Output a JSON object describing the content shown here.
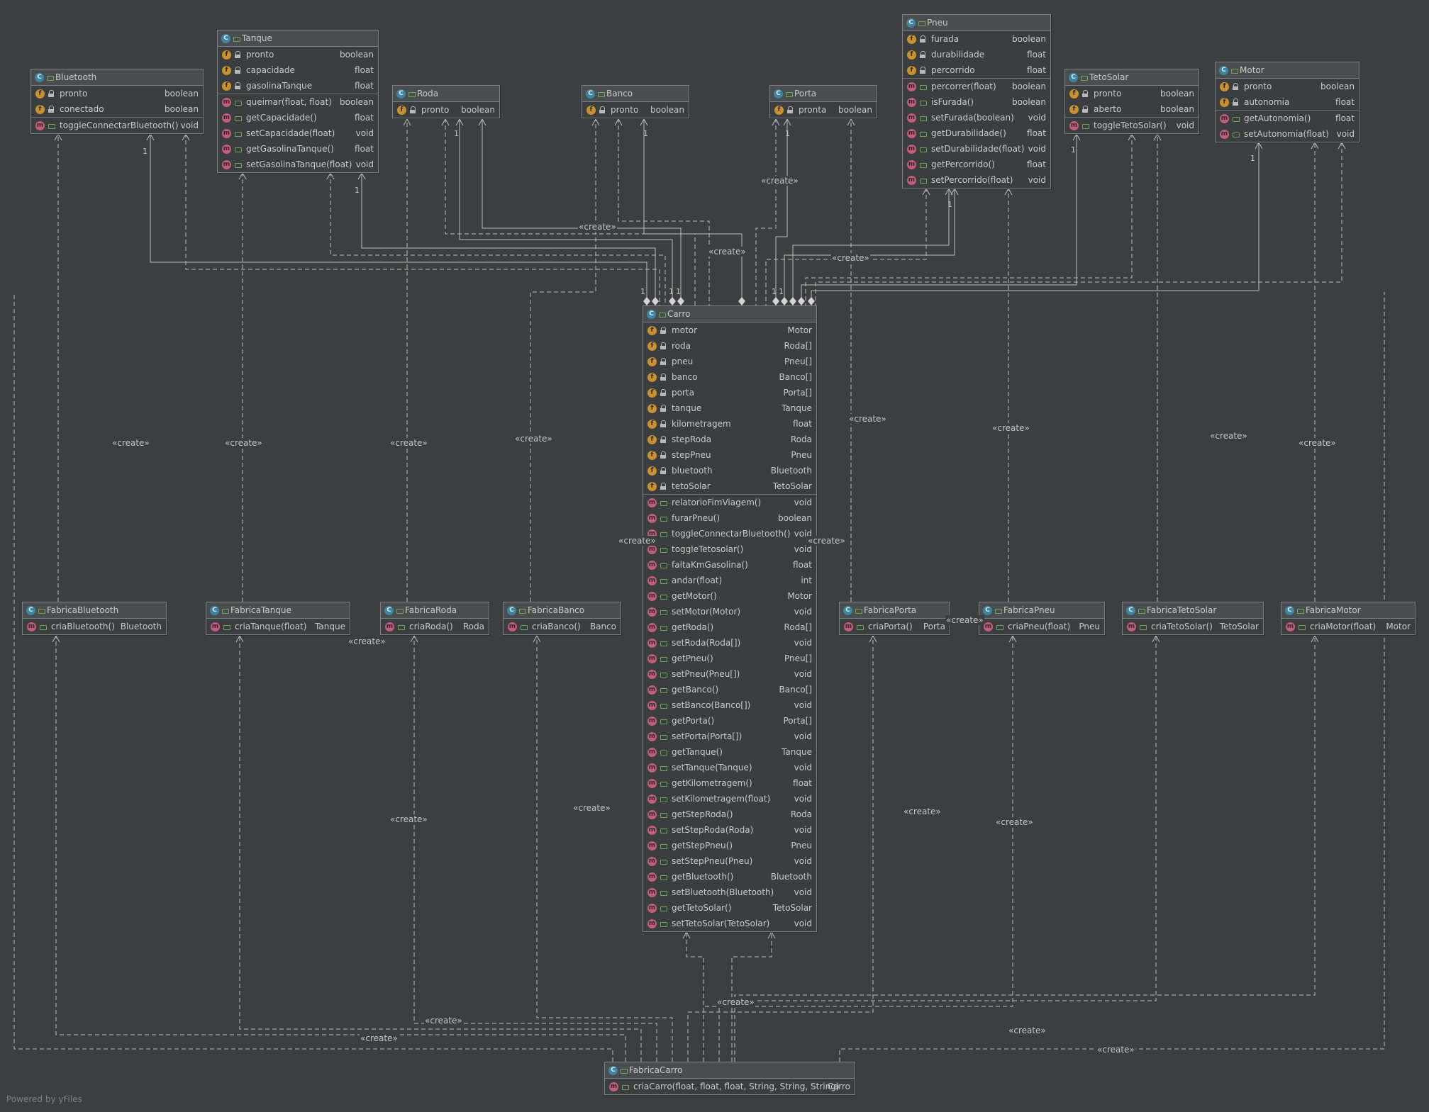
{
  "colors": {
    "background": "#3c3f41",
    "class_icon": "#3e86a0",
    "field_icon": "#c9922c",
    "method_icon": "#c65c7b",
    "edge": "#bcbcbc"
  },
  "icons": {
    "class": "class-c-icon",
    "field": "field-f-icon",
    "method": "method-m-icon"
  },
  "edge_label": "«create»",
  "multiplicity": "1",
  "footer": "Powered by yFiles",
  "classes": [
    {
      "id": "bluetooth",
      "name": "Bluetooth",
      "fields": [
        {
          "name": "pronto",
          "type": "boolean"
        },
        {
          "name": "conectado",
          "type": "boolean"
        }
      ],
      "methods": [
        {
          "name": "toggleConnectarBluetooth()",
          "type": "void"
        }
      ]
    },
    {
      "id": "tanque",
      "name": "Tanque",
      "fields": [
        {
          "name": "pronto",
          "type": "boolean"
        },
        {
          "name": "capacidade",
          "type": "float"
        },
        {
          "name": "gasolinaTanque",
          "type": "float"
        }
      ],
      "methods": [
        {
          "name": "queimar(float, float)",
          "type": "boolean"
        },
        {
          "name": "getCapacidade()",
          "type": "float"
        },
        {
          "name": "setCapacidade(float)",
          "type": "void"
        },
        {
          "name": "getGasolinaTanque()",
          "type": "float"
        },
        {
          "name": "setGasolinaTanque(float)",
          "type": "void"
        }
      ]
    },
    {
      "id": "roda",
      "name": "Roda",
      "fields": [
        {
          "name": "pronto",
          "type": "boolean"
        }
      ],
      "methods": []
    },
    {
      "id": "banco",
      "name": "Banco",
      "fields": [
        {
          "name": "pronto",
          "type": "boolean"
        }
      ],
      "methods": []
    },
    {
      "id": "porta",
      "name": "Porta",
      "fields": [
        {
          "name": "pronta",
          "type": "boolean"
        }
      ],
      "methods": []
    },
    {
      "id": "pneu",
      "name": "Pneu",
      "fields": [
        {
          "name": "furada",
          "type": "boolean"
        },
        {
          "name": "durabilidade",
          "type": "float"
        },
        {
          "name": "percorrido",
          "type": "float"
        }
      ],
      "methods": [
        {
          "name": "percorrer(float)",
          "type": "boolean"
        },
        {
          "name": "isFurada()",
          "type": "boolean"
        },
        {
          "name": "setFurada(boolean)",
          "type": "void"
        },
        {
          "name": "getDurabilidade()",
          "type": "float"
        },
        {
          "name": "setDurabilidade(float)",
          "type": "void"
        },
        {
          "name": "getPercorrido()",
          "type": "float"
        },
        {
          "name": "setPercorrido(float)",
          "type": "void"
        }
      ]
    },
    {
      "id": "tetosolar",
      "name": "TetoSolar",
      "fields": [
        {
          "name": "pronto",
          "type": "boolean"
        },
        {
          "name": "aberto",
          "type": "boolean"
        }
      ],
      "methods": [
        {
          "name": "toggleTetoSolar()",
          "type": "void"
        }
      ]
    },
    {
      "id": "motor",
      "name": "Motor",
      "fields": [
        {
          "name": "pronto",
          "type": "boolean"
        },
        {
          "name": "autonomia",
          "type": "float"
        }
      ],
      "methods": [
        {
          "name": "getAutonomia()",
          "type": "float"
        },
        {
          "name": "setAutonomia(float)",
          "type": "void"
        }
      ]
    },
    {
      "id": "carro",
      "name": "Carro",
      "fields": [
        {
          "name": "motor",
          "type": "Motor"
        },
        {
          "name": "roda",
          "type": "Roda[]"
        },
        {
          "name": "pneu",
          "type": "Pneu[]"
        },
        {
          "name": "banco",
          "type": "Banco[]"
        },
        {
          "name": "porta",
          "type": "Porta[]"
        },
        {
          "name": "tanque",
          "type": "Tanque"
        },
        {
          "name": "kilometragem",
          "type": "float"
        },
        {
          "name": "stepRoda",
          "type": "Roda"
        },
        {
          "name": "stepPneu",
          "type": "Pneu"
        },
        {
          "name": "bluetooth",
          "type": "Bluetooth"
        },
        {
          "name": "tetoSolar",
          "type": "TetoSolar"
        }
      ],
      "methods": [
        {
          "name": "relatorioFimViagem()",
          "type": "void"
        },
        {
          "name": "furarPneu()",
          "type": "boolean"
        },
        {
          "name": "toggleConnectarBluetooth()",
          "type": "void"
        },
        {
          "name": "toggleTetosolar()",
          "type": "void"
        },
        {
          "name": "faltaKmGasolina()",
          "type": "float"
        },
        {
          "name": "andar(float)",
          "type": "int"
        },
        {
          "name": "getMotor()",
          "type": "Motor"
        },
        {
          "name": "setMotor(Motor)",
          "type": "void"
        },
        {
          "name": "getRoda()",
          "type": "Roda[]"
        },
        {
          "name": "setRoda(Roda[])",
          "type": "void"
        },
        {
          "name": "getPneu()",
          "type": "Pneu[]"
        },
        {
          "name": "setPneu(Pneu[])",
          "type": "void"
        },
        {
          "name": "getBanco()",
          "type": "Banco[]"
        },
        {
          "name": "setBanco(Banco[])",
          "type": "void"
        },
        {
          "name": "getPorta()",
          "type": "Porta[]"
        },
        {
          "name": "setPorta(Porta[])",
          "type": "void"
        },
        {
          "name": "getTanque()",
          "type": "Tanque"
        },
        {
          "name": "setTanque(Tanque)",
          "type": "void"
        },
        {
          "name": "getKilometragem()",
          "type": "float"
        },
        {
          "name": "setKilometragem(float)",
          "type": "void"
        },
        {
          "name": "getStepRoda()",
          "type": "Roda"
        },
        {
          "name": "setStepRoda(Roda)",
          "type": "void"
        },
        {
          "name": "getStepPneu()",
          "type": "Pneu"
        },
        {
          "name": "setStepPneu(Pneu)",
          "type": "void"
        },
        {
          "name": "getBluetooth()",
          "type": "Bluetooth"
        },
        {
          "name": "setBluetooth(Bluetooth)",
          "type": "void"
        },
        {
          "name": "getTetoSolar()",
          "type": "TetoSolar"
        },
        {
          "name": "setTetoSolar(TetoSolar)",
          "type": "void"
        }
      ]
    },
    {
      "id": "fabricabluetooth",
      "name": "FabricaBluetooth",
      "fields": [],
      "methods": [
        {
          "name": "criaBluetooth()",
          "type": "Bluetooth"
        }
      ]
    },
    {
      "id": "fabricatanque",
      "name": "FabricaTanque",
      "fields": [],
      "methods": [
        {
          "name": "criaTanque(float)",
          "type": "Tanque"
        }
      ]
    },
    {
      "id": "fabricaroda",
      "name": "FabricaRoda",
      "fields": [],
      "methods": [
        {
          "name": "criaRoda()",
          "type": "Roda"
        }
      ]
    },
    {
      "id": "fabricabanco",
      "name": "FabricaBanco",
      "fields": [],
      "methods": [
        {
          "name": "criaBanco()",
          "type": "Banco"
        }
      ]
    },
    {
      "id": "fabricaporta",
      "name": "FabricaPorta",
      "fields": [],
      "methods": [
        {
          "name": "criaPorta()",
          "type": "Porta"
        }
      ]
    },
    {
      "id": "fabricapneu",
      "name": "FabricaPneu",
      "fields": [],
      "methods": [
        {
          "name": "criaPneu(float)",
          "type": "Pneu"
        }
      ]
    },
    {
      "id": "fabricatetosolar",
      "name": "FabricaTetoSolar",
      "fields": [],
      "methods": [
        {
          "name": "criaTetoSolar()",
          "type": "TetoSolar"
        }
      ]
    },
    {
      "id": "fabricamotor",
      "name": "FabricaMotor",
      "fields": [],
      "methods": [
        {
          "name": "criaMotor(float)",
          "type": "Motor"
        }
      ]
    },
    {
      "id": "fabricacarro",
      "name": "FabricaCarro",
      "fields": [],
      "methods": [
        {
          "name": "criaCarro(float, float, float, String, String, String)",
          "type": "Carro"
        }
      ]
    }
  ]
}
